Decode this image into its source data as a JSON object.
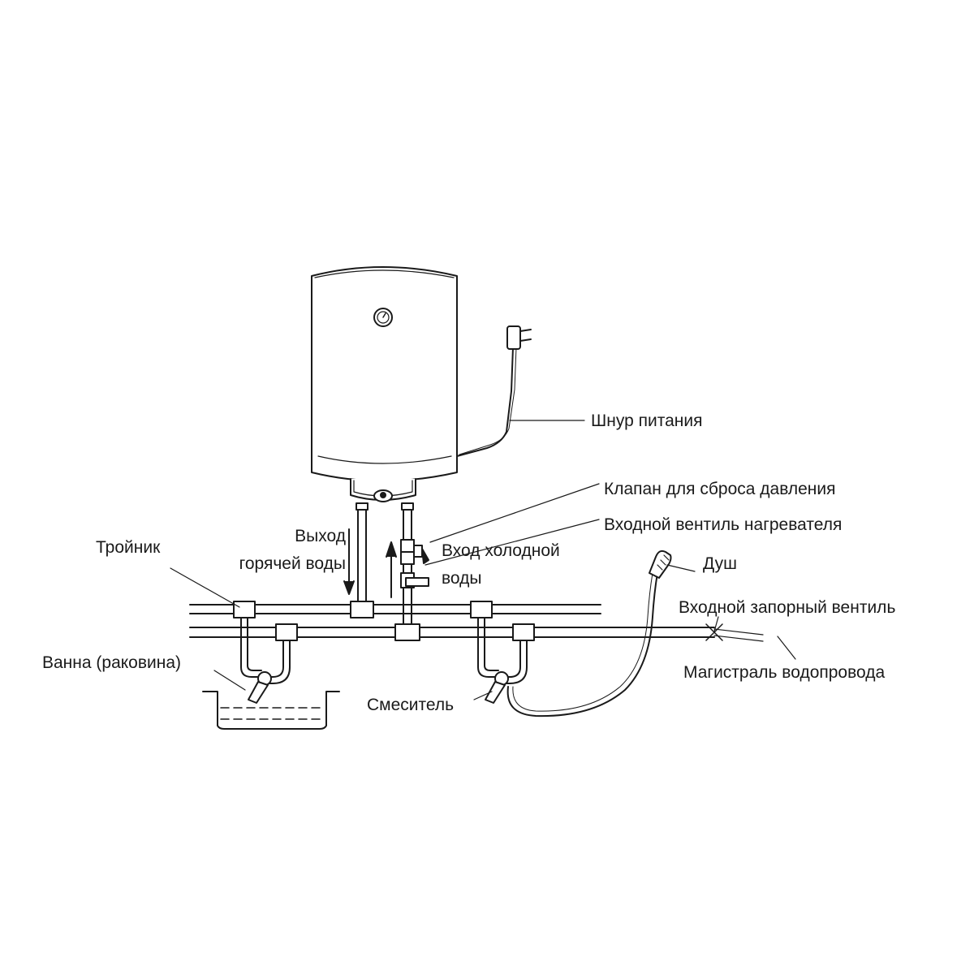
{
  "labels": {
    "power_cord": "Шнур питания",
    "pressure_valve": "Клапан для сброса давления",
    "inlet_valve": "Входной вентиль нагревателя",
    "hot_out_1": "Выход",
    "hot_out_2": "горячей воды",
    "cold_in_1": "Вход холодной",
    "cold_in_2": "воды",
    "tee": "Тройник",
    "shower": "Душ",
    "shutoff_valve": "Входной запорный  вентиль",
    "bath": "Ванна (раковина)",
    "mixer": "Смеситель",
    "water_main": "Магистраль водопровода"
  },
  "colors": {
    "line": "#1a1a1a",
    "water": "#333333"
  }
}
